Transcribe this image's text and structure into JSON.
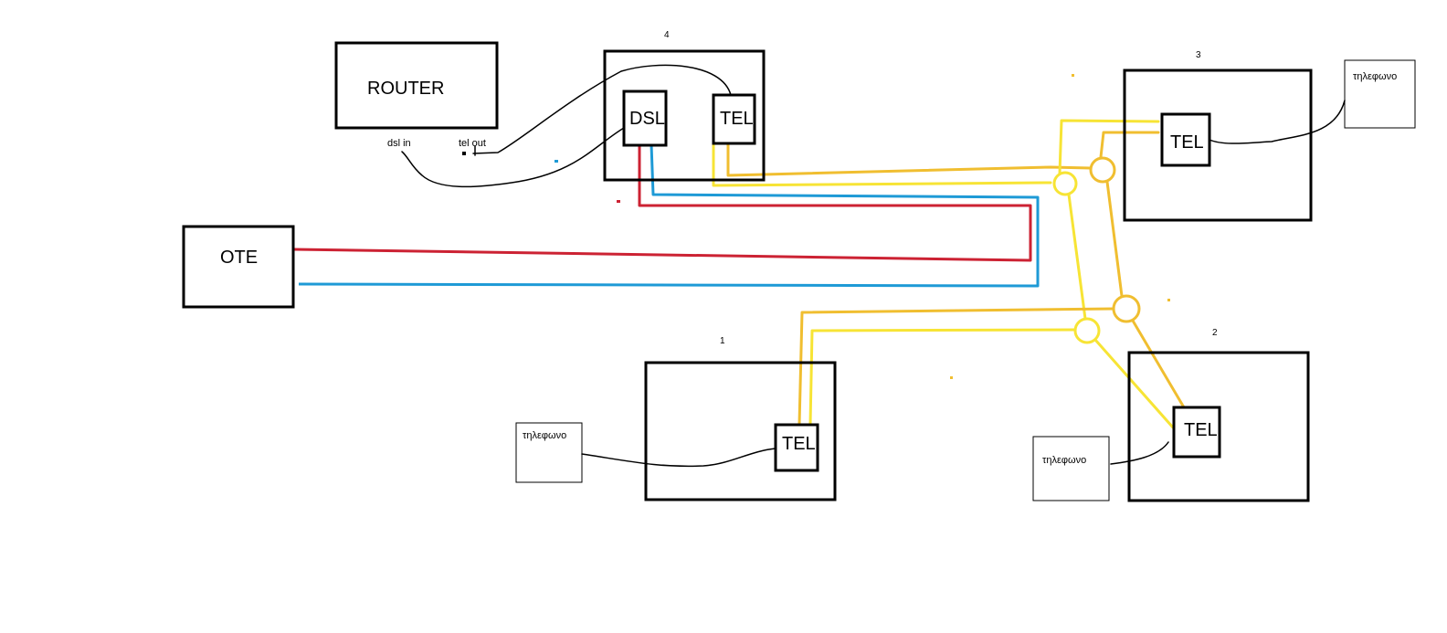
{
  "labels": {
    "router": "ROUTER",
    "dsl_in": "dsl in",
    "tel_out": "tel out",
    "ote": "OTE",
    "dsl": "DSL",
    "tel": "TEL",
    "phone": "τηλεφωνο",
    "room_1": "1",
    "room_2": "2",
    "room_3": "3",
    "room_4": "4"
  },
  "colors": {
    "red_wire": "#cc2233",
    "blue_wire": "#1e9ad6",
    "yellow_wire": "#f7e435",
    "orange_wire": "#f0be30",
    "phone_cord": "#000000"
  }
}
